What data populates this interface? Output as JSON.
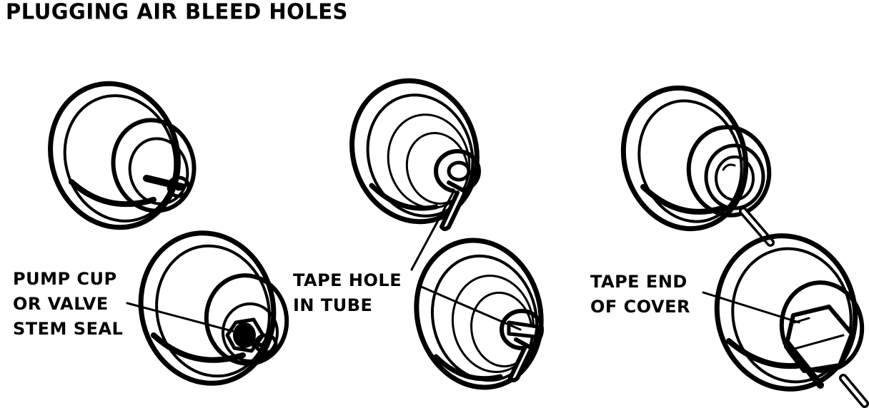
{
  "title": "PLUGGING AIR BLEED HOLES",
  "callouts": {
    "pump_cup": [
      "PUMP CUP",
      "OR VALVE",
      "STEM SEAL"
    ],
    "tape_hole": [
      "TAPE HOLE",
      "IN TUBE"
    ],
    "tape_end": [
      "TAPE END",
      "OF COVER"
    ]
  },
  "colors": {
    "ink": "#000000",
    "paper": "#ffffff"
  }
}
